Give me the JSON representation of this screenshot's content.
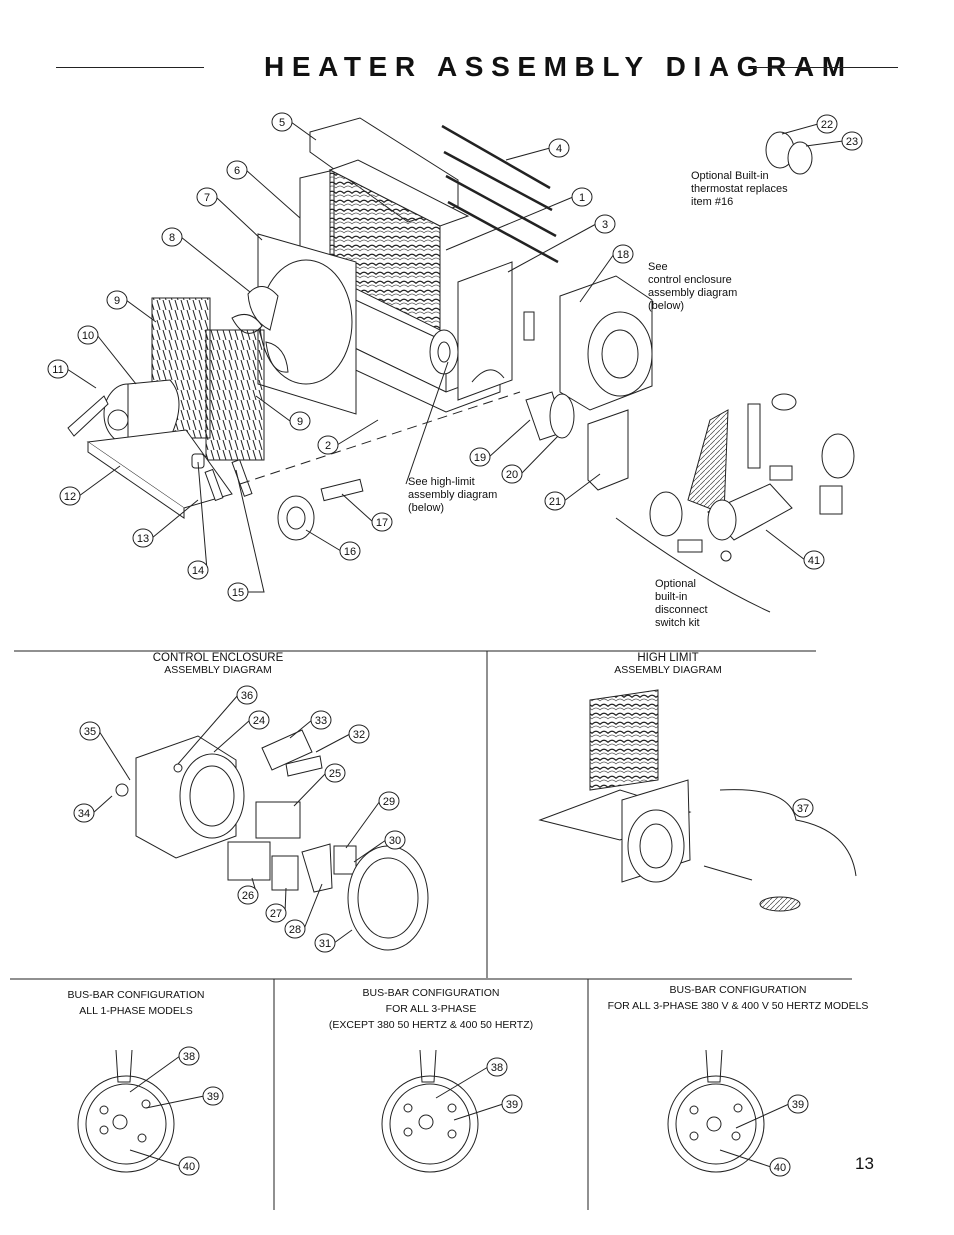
{
  "page_title": "HEATER ASSEMBLY DIAGRAM",
  "page_number": "13",
  "notes": {
    "thermostat": "Optional Built-in\nthermostat replaces\nitem #16",
    "control_ref": "See\ncontrol enclosure\nassembly diagram\n(below)",
    "high_limit_ref": "See high-limit\nassembly diagram\n(below)",
    "disconnect": "Optional\nbuilt-in\ndisconnect\nswitch kit"
  },
  "sections": {
    "control_enclosure": {
      "title": "CONTROL ENCLOSURE",
      "subtitle": "ASSEMBLY DIAGRAM"
    },
    "high_limit": {
      "title": "HIGH LIMIT",
      "subtitle": "ASSEMBLY DIAGRAM"
    },
    "busbar_1phase": {
      "line1": "BUS-BAR CONFIGURATION",
      "line2": "ALL 1-PHASE MODELS"
    },
    "busbar_3phase": {
      "line1": "BUS-BAR CONFIGURATION",
      "line2": "FOR ALL 3-PHASE",
      "line3": "(EXCEPT 380 50 HERTZ & 400 50 HERTZ)"
    },
    "busbar_3phase_380_400": {
      "line1": "BUS-BAR CONFIGURATION",
      "line2": "FOR ALL 3-PHASE 380 V & 400 V 50 HERTZ MODELS"
    }
  },
  "callouts": [
    "1",
    "2",
    "3",
    "4",
    "5",
    "6",
    "7",
    "8",
    "9",
    "10",
    "11",
    "12",
    "13",
    "14",
    "15",
    "16",
    "17",
    "18",
    "19",
    "20",
    "21",
    "22",
    "23",
    "24",
    "25",
    "26",
    "27",
    "28",
    "29",
    "30",
    "31",
    "32",
    "33",
    "34",
    "35",
    "36",
    "37",
    "38",
    "39",
    "40",
    "41"
  ]
}
